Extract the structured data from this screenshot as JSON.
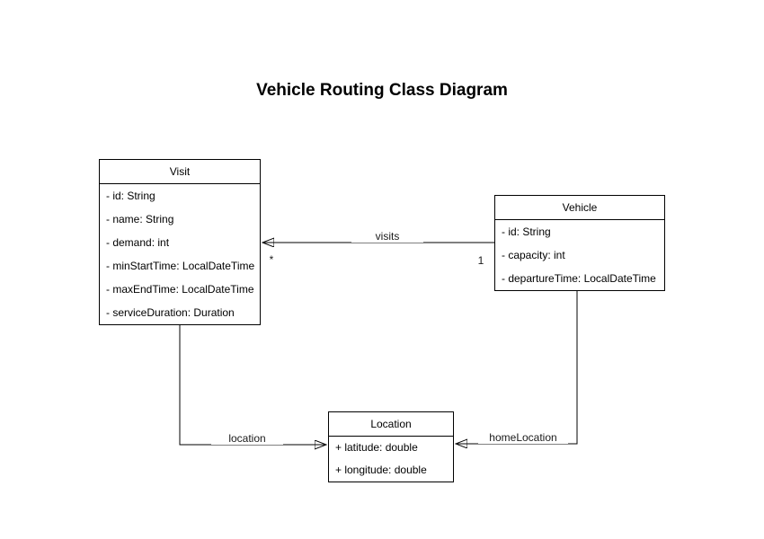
{
  "title": "Vehicle Routing Class Diagram",
  "classes": {
    "visit": {
      "name": "Visit",
      "attributes": [
        "- id: String",
        "- name: String",
        "- demand: int",
        "- minStartTime: LocalDateTime",
        "- maxEndTime: LocalDateTime",
        "- serviceDuration: Duration"
      ]
    },
    "vehicle": {
      "name": "Vehicle",
      "attributes": [
        "- id: String",
        "- capacity: int",
        "- departureTime: LocalDateTime"
      ]
    },
    "location": {
      "name": "Location",
      "attributes": [
        "+ latitude: double",
        "+ longitude: double"
      ]
    }
  },
  "edges": {
    "visits": {
      "label": "visits",
      "target_multiplicity": "*",
      "source_multiplicity": "1"
    },
    "location": {
      "label": "location"
    },
    "homeLocation": {
      "label": "homeLocation"
    }
  },
  "colors": {
    "line": "#000000",
    "box_border": "#000000",
    "box_fill": "#ffffff",
    "text": "#000000",
    "background": "#ffffff"
  }
}
